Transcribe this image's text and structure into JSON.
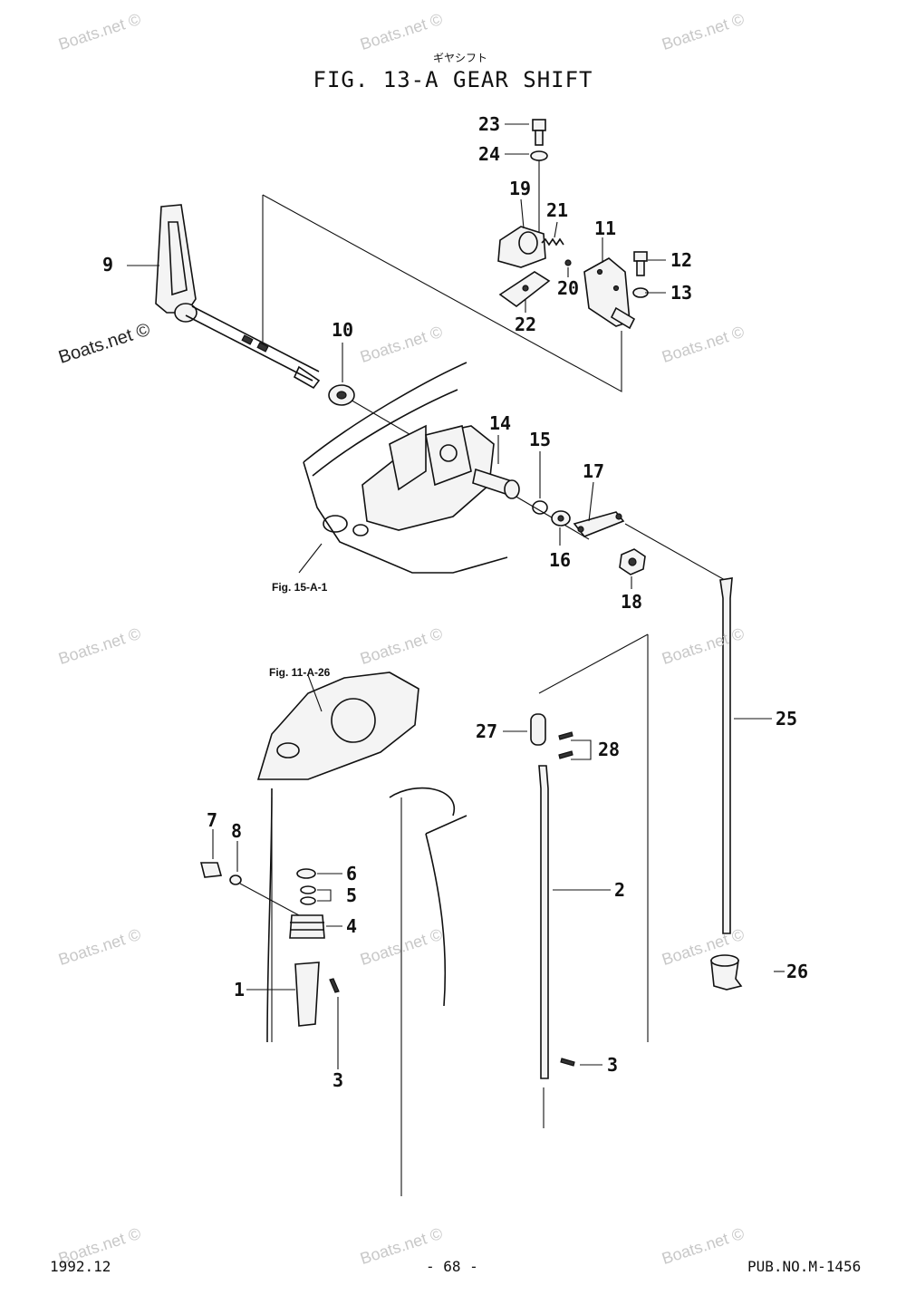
{
  "header": {
    "subtitle_jp": "ギヤシフト",
    "title": "FIG. 13-A GEAR SHIFT"
  },
  "references": {
    "fig_15_a_1": "Fig. 15-A-1",
    "fig_11_a_26": "Fig. 11-A-26"
  },
  "callouts": {
    "c1": "1",
    "c2": "2",
    "c3a": "3",
    "c3b": "3",
    "c4": "4",
    "c5": "5",
    "c6": "6",
    "c7": "7",
    "c8": "8",
    "c9": "9",
    "c10": "10",
    "c11": "11",
    "c12": "12",
    "c13": "13",
    "c14": "14",
    "c15": "15",
    "c16": "16",
    "c17": "17",
    "c18": "18",
    "c19": "19",
    "c20": "20",
    "c21": "21",
    "c22": "22",
    "c23": "23",
    "c24": "24",
    "c25": "25",
    "c26": "26",
    "c27": "27",
    "c28": "28"
  },
  "watermark": {
    "text": "Boats.net ©"
  },
  "footer": {
    "date": "1992.12",
    "page": "- 68 -",
    "pub": "PUB.NO.M-1456"
  },
  "colors": {
    "ink": "#111111",
    "watermark": "#c8c8c8",
    "paper": "#ffffff"
  }
}
